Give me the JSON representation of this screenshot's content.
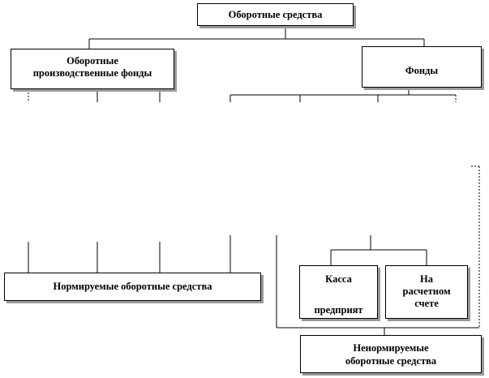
{
  "nodes": {
    "root": "Оборотные средства",
    "production_funds_line1": "Оборотные",
    "production_funds_line2": "производственные фонды",
    "funds": "Фонды",
    "normed": "Нормируемые оборотные средства",
    "cash_line1": "Касса",
    "cash_line2": "предприят",
    "account_line1": "На",
    "account_line2": "расчетном",
    "account_line3": "счете",
    "nonnormed_line1": "Ненормируемые",
    "nonnormed_line2": "оборотные средства"
  },
  "colors": {
    "line": "#000000",
    "shadow": "#9a9a9a",
    "background": "#ffffff"
  }
}
